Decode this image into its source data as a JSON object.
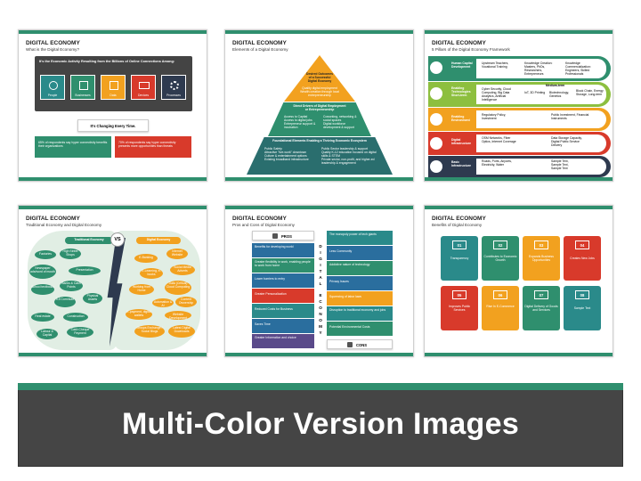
{
  "slides": [
    {
      "title": "DIGITAL ECONOMY",
      "subtitle": "What is the Digital Economy?",
      "heading": "It's the Economic Activity Resulting from the Billions of Online Connections Among:",
      "items": [
        "People",
        "Businesses",
        "Data",
        "Devices",
        "Processes"
      ],
      "changing": "It's Changing Every Time.",
      "stat_left": "65% of respondents say hyper connectivity benefits their organizations",
      "stat_right": "70% of respondents say hyper connectivity presents more opportunities than threats"
    },
    {
      "title": "DIGITAL ECONOMY",
      "subtitle": "Elements of a Digital Economy",
      "top": "Desired Outcomes of a Successful Digital Economy",
      "top_bullets": [
        "Quality digital employment",
        "Wealth creation through local entrepreneurship"
      ],
      "middle": "Direct Drivers of Digital Employment or Entrepreneurship",
      "middle_bullets_left": [
        "Access to Capital",
        "Access to digital jobs",
        "Entrepreneur support & incubation"
      ],
      "middle_bullets_right": [
        "Coworking, networking & social spaces",
        "Digital workforce development & support"
      ],
      "bottom": "Foundational Elements Enabling a Thriving Economic Ecosystem",
      "bottom_bullets_left": [
        "Public Safety",
        "Attractive \"live-work\" downtown",
        "Culture & entertainment options",
        "Existing broadband infrastructure"
      ],
      "bottom_bullets_right": [
        "Public Sector leadership & support",
        "Quality K-12 education focused on digital skills & STEM",
        "Private sector, non-profit, and higher-ed leadership & engagement"
      ]
    },
    {
      "title": "DIGITAL ECONOMY",
      "subtitle": "5 Pillars of the Digital Economy Framework",
      "pillars": [
        {
          "name": "Human Capital Development",
          "c1": "Upstream Teachers, Vocational Training",
          "c2": "Knowledge Creation: Masters, PhDs, Researchers, Entrepreneurs",
          "c3": "Knowledge Commercialization: Engineers, Skilled Professionals"
        },
        {
          "name": "Enabling Technologies Short-term",
          "c1": "Cyber Security, Cloud Computing, Big Data Analytics, Artificial Intelligence",
          "c2": "IoT, 3D Printing",
          "c3": "Biotechnology, Genetics",
          "head": "Medium-term",
          "c4": "Block Chain, Energy Storage, Long-term"
        },
        {
          "name": "Enabling Environment",
          "c1": "Regulatory Policy, Investment",
          "c2": "Public Investment, Financial Instruments"
        },
        {
          "name": "Digital Infrastructure",
          "c1": "OSM Networks, Fiber Optics, Internet Coverage",
          "c2": "Data Storage Capacity, Digital Public Service Delivery"
        },
        {
          "name": "Basic Infrastructure",
          "c1": "Roads, Ports, Airports, Electricity, Water",
          "c2": "Sample Text, Sample Text, Sample Text"
        }
      ]
    },
    {
      "title": "DIGITAL ECONOMY",
      "subtitle": "Traditional Economy and Digital Economy",
      "left_label": "Traditional Economy",
      "right_label": "Digital Economy",
      "vs": "VS",
      "left_items": [
        "Factories",
        "High Street Shops",
        "Newspaper ads/word of mouth",
        "Presentation",
        "School textbooks",
        "Banks & Cash Points",
        "Physical Assets",
        "9-5 Commute",
        "Real estate",
        "Construction",
        "Labour & Capital",
        "Cash Cheque Payment"
      ],
      "right_items": [
        "E-Banking",
        "Internet Website",
        "E-Learning, e-books",
        "Social Media Adverts",
        "Working from Home",
        "Data (Critical) Cloud Computing",
        "Automation & AI",
        "Content Ownership",
        "E-payment, digital wallets",
        "Website Development",
        "Groups Exchange / Social Blogs",
        "Latest Digital Downloads"
      ]
    },
    {
      "title": "DIGITAL ECONOMY",
      "subtitle": "Pros and Cons of Digital Economy",
      "pros_label": "PROS",
      "cons_label": "CONS",
      "vertical_left": [
        "D",
        "I",
        "G",
        "I",
        "T",
        "A",
        "L"
      ],
      "vertical_right": [
        "E",
        "C",
        "O",
        "N",
        "O",
        "M",
        "Y"
      ],
      "pros": [
        "Benefits for developing world",
        "Greater flexibility in work, enabling people to work from home",
        "Lower barriers to entry",
        "Greater Personalization",
        "Reduced Costs for Business",
        "Saves Time",
        "Greater Information and choice"
      ],
      "cons": [
        "The monopoly power of tech giants",
        "Less Community",
        "Addictive nature of technology",
        "Privacy Issues",
        "Squeezing of labor laws",
        "Disruption to traditional economy and jobs",
        "Potential Environmental Costs"
      ]
    },
    {
      "title": "DIGITAL ECONOMY",
      "subtitle": "Benefits of Digital Economy",
      "benefits": [
        {
          "num": "01",
          "label": "Transparency"
        },
        {
          "num": "02",
          "label": "Contributes to Economic Growth"
        },
        {
          "num": "03",
          "label": "Expands Business Opportunities"
        },
        {
          "num": "04",
          "label": "Creates New Jobs"
        },
        {
          "num": "05",
          "label": "Improves Public Services"
        },
        {
          "num": "06",
          "label": "Rise In E-Commerce"
        },
        {
          "num": "07",
          "label": "Digital Delivery of Goods and Services"
        },
        {
          "num": "08",
          "label": "Sample Text"
        }
      ]
    }
  ],
  "banner": "Multi-Color Version Images",
  "colors": {
    "green": "#2f8f6e",
    "teal": "#2a8a8a",
    "orange": "#f2a11f",
    "red": "#d83a2b",
    "navy": "#2e3a4f",
    "lime": "#8dbf3f",
    "yellow": "#f4c21b",
    "purple": "#5a4a8a",
    "banner": "#454545"
  }
}
